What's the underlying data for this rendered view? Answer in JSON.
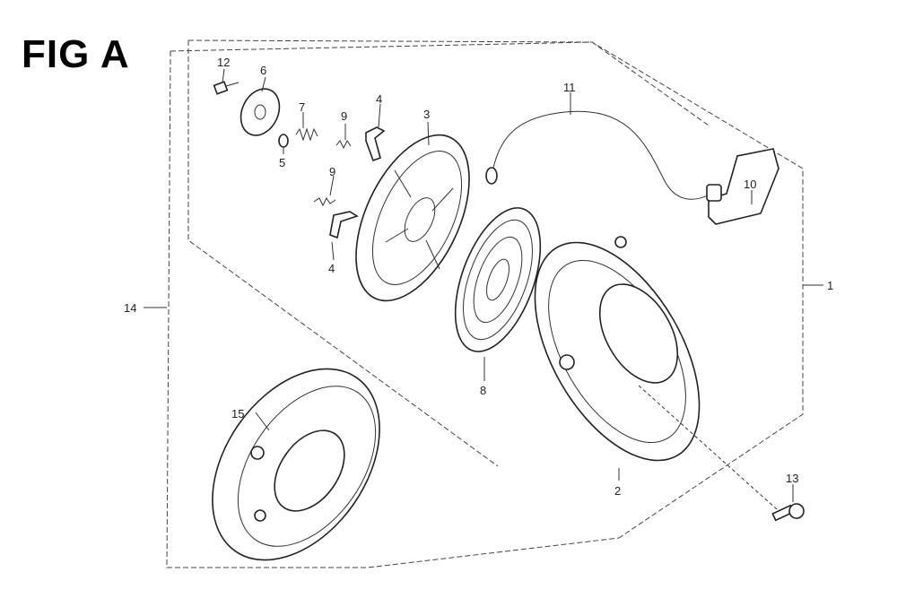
{
  "figure": {
    "title": "FIG A"
  },
  "callouts": {
    "c1": "1",
    "c2": "2",
    "c3": "3",
    "c4a": "4",
    "c4b": "4",
    "c5": "5",
    "c6": "6",
    "c7": "7",
    "c8": "8",
    "c9a": "9",
    "c9b": "9",
    "c10": "10",
    "c11": "11",
    "c12": "12",
    "c13": "13",
    "c14": "14",
    "c15": "15"
  }
}
